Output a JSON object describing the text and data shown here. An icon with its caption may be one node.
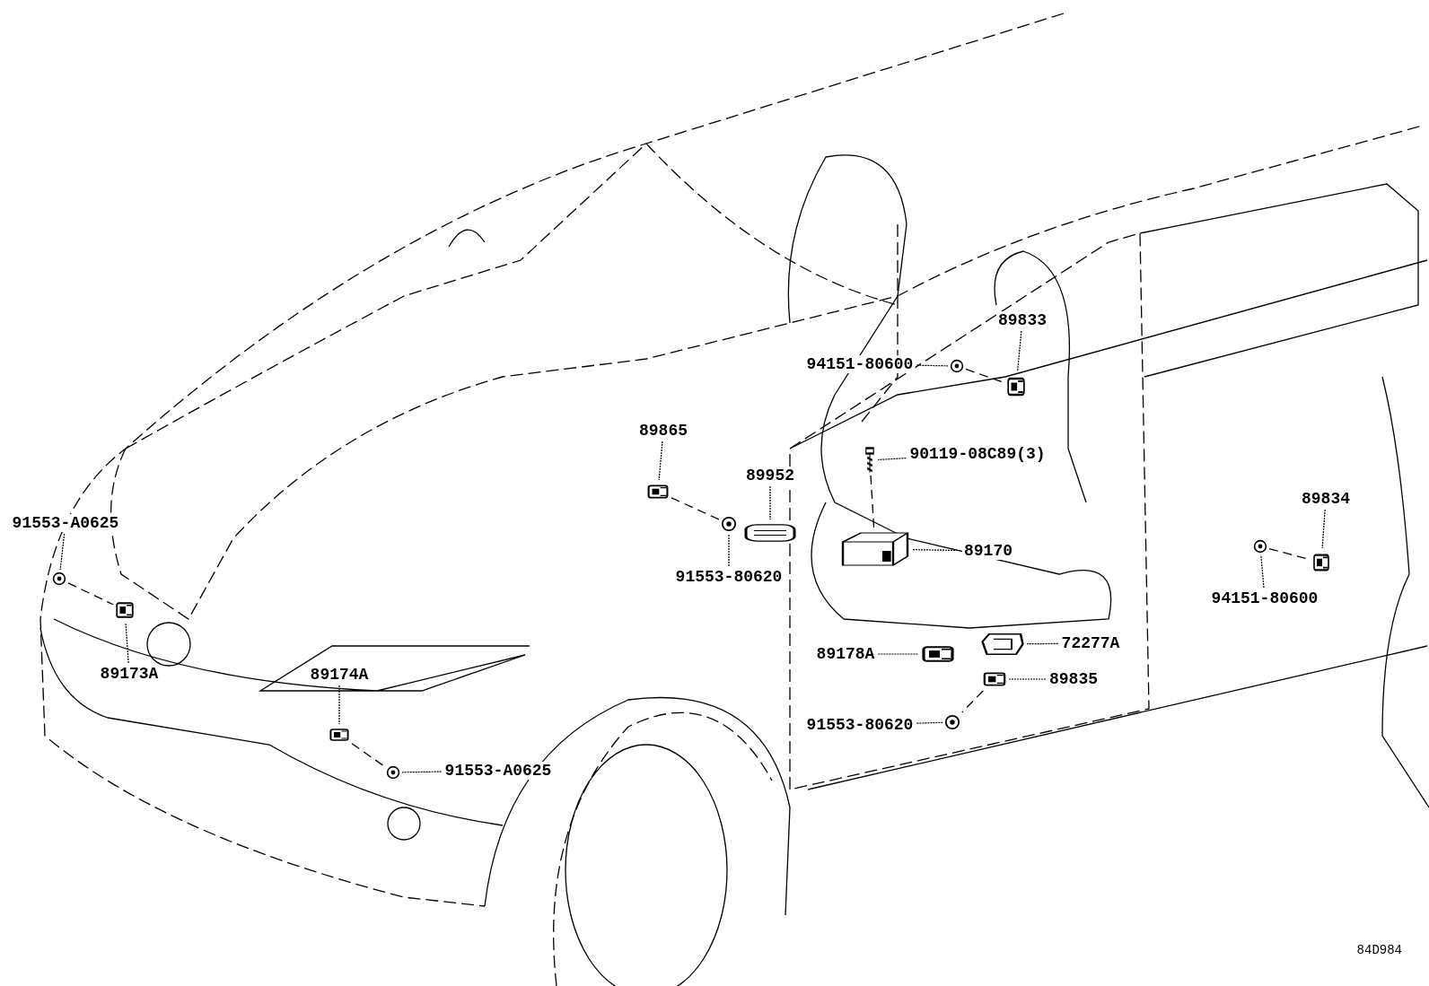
{
  "diagram": {
    "nodes": [
      {
        "text": [
          "89833"
        ]
      },
      {
        "text": [
          "94151-80600"
        ]
      },
      {
        "text": [],
        "shape": "picture"
      },
      {
        "text": [],
        "shape": "picture"
      },
      {
        "text": [
          "89865"
        ]
      },
      {
        "text": [
          "90119-08C89(3)"
        ]
      },
      {
        "text": [],
        "shape": "picture"
      },
      {
        "text": [],
        "shape": "picture"
      },
      {
        "text": [
          "89952"
        ]
      },
      {
        "text": [],
        "shape": "picture"
      },
      {
        "text": [],
        "shape": "picture"
      },
      {
        "text": [
          "89834"
        ]
      },
      {
        "text": [
          "91553-A0625"
        ]
      },
      {
        "text": [],
        "shape": "picture"
      },
      {
        "text": [
          "89170"
        ]
      },
      {
        "text": [],
        "shape": "picture"
      },
      {
        "text": [],
        "shape": "picture"
      },
      {
        "text": [
          "91553-80620"
        ]
      },
      {
        "text": [],
        "shape": "picture"
      },
      {
        "text": [
          "94151-80600"
        ]
      },
      {
        "text": [],
        "shape": "picture"
      },
      {
        "text": [],
        "shape": "picture"
      },
      {
        "text": [],
        "shape": "picture"
      },
      {
        "text": [
          "89178A"
        ]
      },
      {
        "text": [
          "72277A"
        ]
      },
      {
        "text": [
          "89173A"
        ]
      },
      {
        "text": [
          "89174A"
        ]
      },
      {
        "text": [],
        "shape": "picture"
      },
      {
        "text": [
          "89835"
        ]
      },
      {
        "text": [],
        "shape": "picture"
      },
      {
        "text": [
          "91553-80620"
        ]
      },
      {
        "text": [],
        "shape": "picture"
      },
      {
        "text": [],
        "shape": "picture"
      },
      {
        "text": [
          "91553-A0625"
        ]
      }
    ],
    "edges": [
      {
        "from": 0,
        "to": 3,
        "arrow": "none"
      },
      {
        "from": 1,
        "to": 2,
        "arrow": "none"
      },
      {
        "from": 4,
        "to": 6,
        "arrow": "none"
      },
      {
        "from": 5,
        "to": 7,
        "arrow": "none"
      },
      {
        "from": 8,
        "to": 9,
        "arrow": "none"
      },
      {
        "from": 11,
        "to": 16,
        "arrow": "none"
      },
      {
        "from": 14,
        "to": 13,
        "arrow": "none"
      },
      {
        "from": 17,
        "to": 10,
        "arrow": "none"
      },
      {
        "from": 19,
        "to": 15,
        "arrow": "none"
      },
      {
        "from": 12,
        "to": 18,
        "arrow": "none"
      },
      {
        "from": 25,
        "to": 20,
        "arrow": "none"
      },
      {
        "from": 26,
        "to": 31,
        "arrow": "none"
      },
      {
        "from": 33,
        "to": 32,
        "arrow": "none"
      },
      {
        "from": 23,
        "to": 21,
        "arrow": "none"
      },
      {
        "from": 24,
        "to": 22,
        "arrow": "none"
      },
      {
        "from": 28,
        "to": 27,
        "arrow": "none"
      },
      {
        "from": 30,
        "to": 29,
        "arrow": "none"
      },
      {
        "from": 2,
        "to": 3,
        "arrow": "none",
        "style": "dashed"
      },
      {
        "from": 6,
        "to": 10,
        "arrow": "none",
        "style": "dashed"
      },
      {
        "from": 7,
        "to": 13,
        "arrow": "none",
        "style": "dashed"
      },
      {
        "from": 15,
        "to": 16,
        "arrow": "none",
        "style": "dashed"
      },
      {
        "from": 18,
        "to": 20,
        "arrow": "none",
        "style": "dashed"
      },
      {
        "from": 31,
        "to": 32,
        "arrow": "none",
        "style": "dashed"
      },
      {
        "from": 27,
        "to": 29,
        "arrow": "none",
        "style": "dashed"
      }
    ],
    "labels": [
      "84D984"
    ]
  }
}
